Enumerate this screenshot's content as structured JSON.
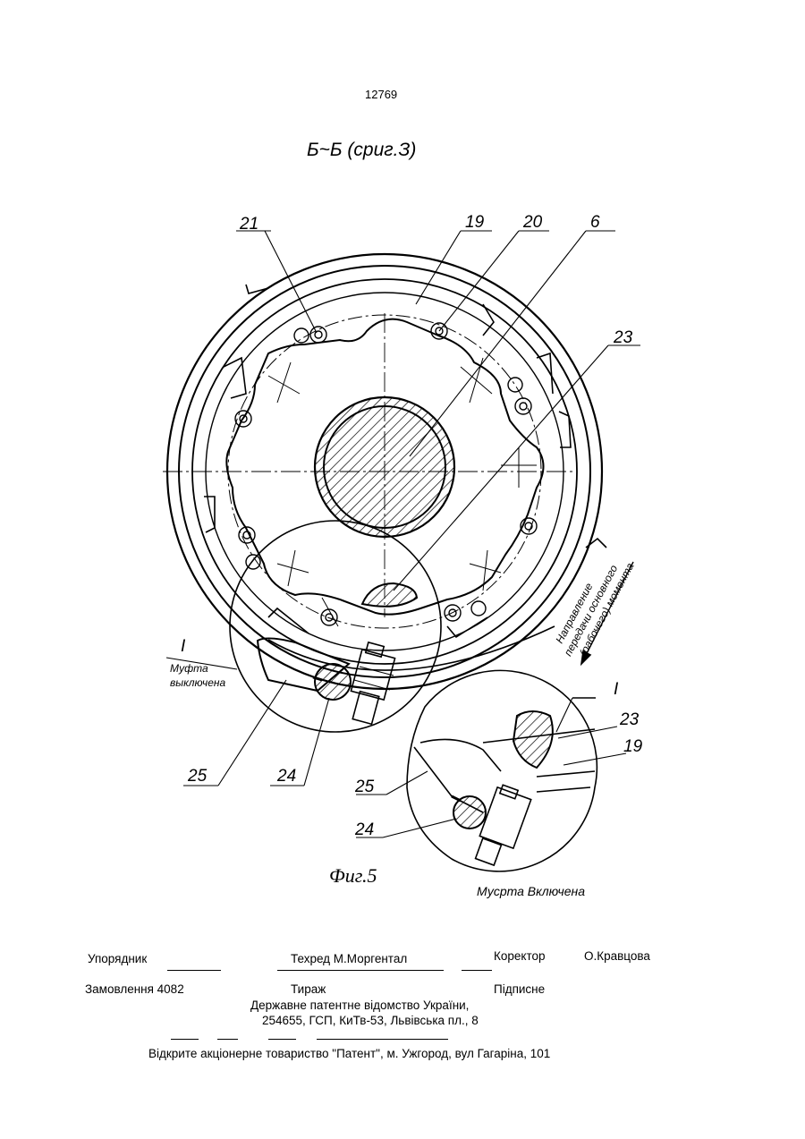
{
  "page": {
    "number": "12769"
  },
  "figure": {
    "section_title": "Б~Б (сриг.З)",
    "caption": "Фиг.5",
    "labels": {
      "l21": "21",
      "l19": "19",
      "l20": "20",
      "l6": "6",
      "l23": "23",
      "l25": "25",
      "l24": "24",
      "detail": "I"
    },
    "detail_labels": {
      "l23": "23",
      "l19": "19",
      "l25": "25",
      "l24": "24",
      "detail": "I"
    },
    "clutch_off": [
      "Муфта",
      "выключена"
    ],
    "direction_note": [
      "Направление",
      "передачи основного",
      "(рабочего) момента"
    ],
    "clutch_on": "Мусрта Включена"
  },
  "imprint": {
    "compiler_label": "Упорядник",
    "techred": "Техред М.Моргентал",
    "corrector_label": "Коректор",
    "corrector_name": "О.Кравцова",
    "order": "Замовлення 4082",
    "circulation": "Тираж",
    "subscription": "Підписне",
    "office_line1": "Державне патентне відомство України,",
    "office_line2": "254655, ГСП, КиТв-53, Львівська пл., 8",
    "printer": "Відкрите акціонерне товариство   \"Патент\", м. Ужгород, вул Гагаріна, 101"
  }
}
